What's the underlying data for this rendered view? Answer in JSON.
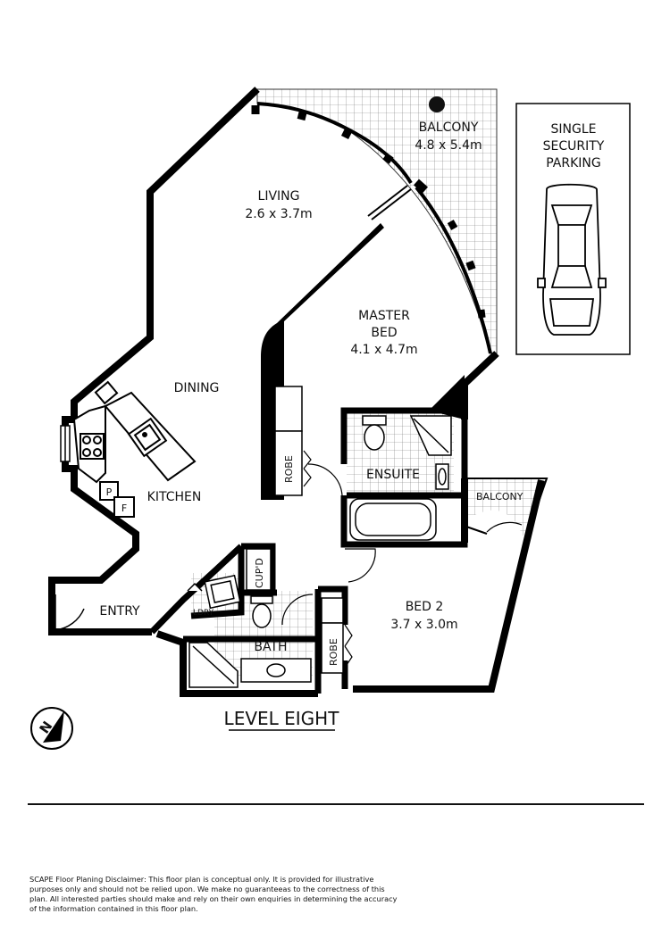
{
  "plan": {
    "title": "LEVEL EIGHT",
    "rooms": {
      "balcony_main": {
        "name": "BALCONY",
        "size": "4.8 x 5.4m"
      },
      "living": {
        "name": "LIVING",
        "size": "2.6 x 3.7m"
      },
      "master_bed": {
        "name_line1": "MASTER",
        "name_line2": "BED",
        "size": "4.1 x 4.7m"
      },
      "dining": {
        "name": "DINING"
      },
      "kitchen": {
        "name": "KITCHEN"
      },
      "pantry": {
        "name": "P"
      },
      "fridge": {
        "name": "F"
      },
      "robe_master": {
        "name": "ROBE"
      },
      "ensuite": {
        "name": "ENSUITE"
      },
      "balcony_small": {
        "name": "BALCONY"
      },
      "cupd": {
        "name": "CUP'D"
      },
      "laundry": {
        "name": "LDRY"
      },
      "entry": {
        "name": "ENTRY"
      },
      "bath": {
        "name": "BATH"
      },
      "robe_bed2": {
        "name": "ROBE"
      },
      "bed2": {
        "name": "BED 2",
        "size": "3.7 x 3.0m"
      }
    },
    "parking": {
      "line1": "SINGLE",
      "line2": "SECURITY",
      "line3": "PARKING"
    },
    "compass": {
      "letter": "N"
    }
  },
  "disclaimer": {
    "line1": "SCAPE Floor Planing Disclaimer: This floor plan is conceptual only. It is provided for illustrative",
    "line2": "purposes only and should not be relied upon. We make no guaranteeas to the correctness of this",
    "line3": "plan. All interested parties should make and rely on their own enquiries in determining the accuracy",
    "line4": "of the information contained in this floor plan."
  }
}
